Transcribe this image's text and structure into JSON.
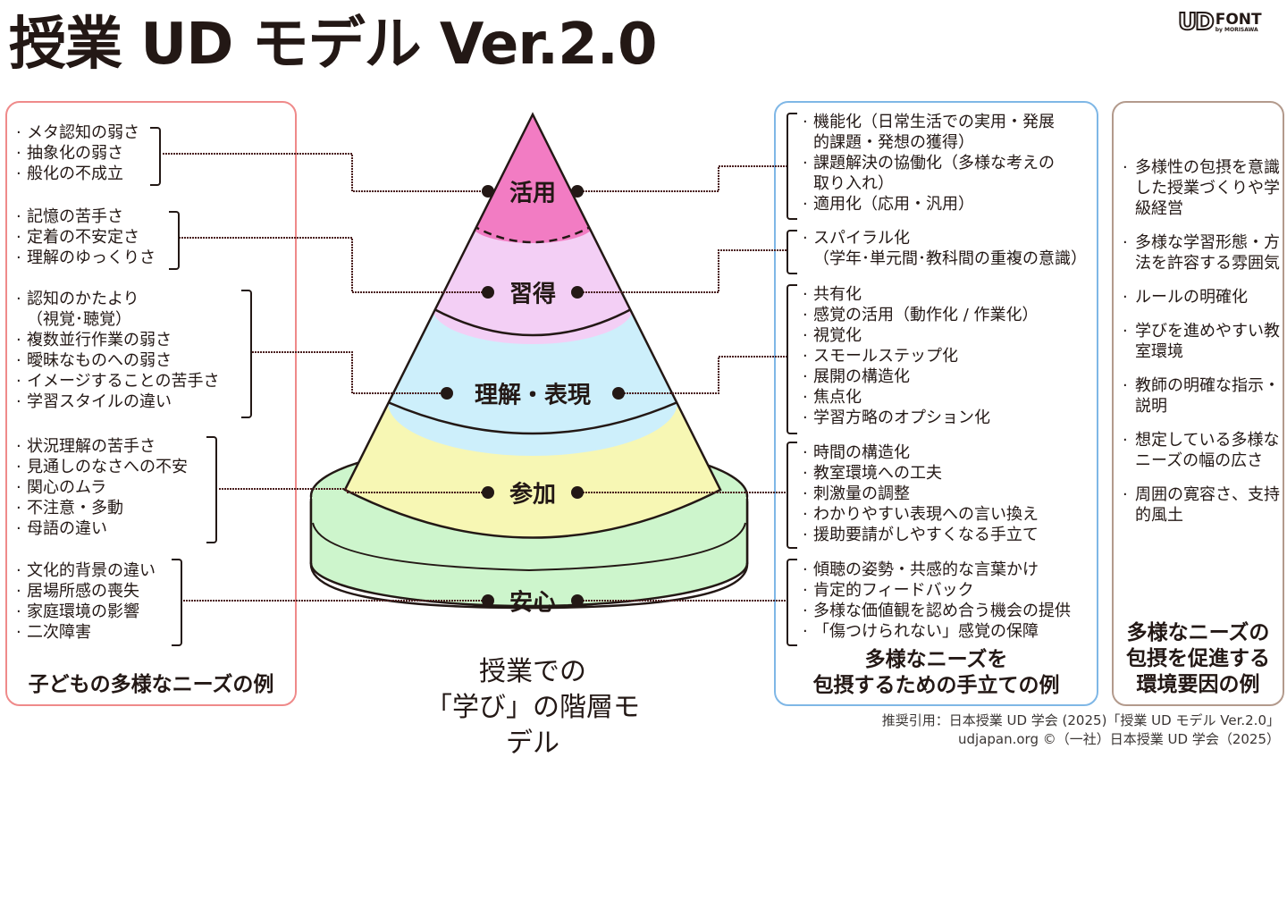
{
  "title": "授業 UD モデル Ver.2.0",
  "logo": {
    "ud": "UD",
    "font": "FONT",
    "by": "by MORISAWA"
  },
  "colors": {
    "layer_katsuyo": "#f27cc3",
    "layer_shutoku": "#f3cff5",
    "layer_rikai": "#cdeffb",
    "layer_sanka": "#f7f7b4",
    "layer_anshin": "#cdf5cc",
    "panel_left_border": "#ef8a8a",
    "panel_mid_border": "#7fb7e6",
    "panel_right_border": "#b39a8c"
  },
  "bullet": "・",
  "layers": [
    {
      "name": "活用"
    },
    {
      "name": "習得"
    },
    {
      "name": "理解・表現"
    },
    {
      "name": "参加"
    },
    {
      "name": "安心"
    }
  ],
  "model_caption": {
    "line1": "授業での",
    "line2": "「学び」の階層モデル"
  },
  "left_panel": {
    "caption": "子どもの多様なニーズの例",
    "groups": [
      {
        "items": [
          "メタ認知の弱さ",
          "抽象化の弱さ",
          "般化の不成立"
        ]
      },
      {
        "items": [
          "記憶の苦手さ",
          "定着の不安定さ",
          "理解のゆっくりさ"
        ]
      },
      {
        "items": [
          "認知のかたより",
          "（視覚･聴覚）",
          "複数並行作業の弱さ",
          "曖昧なものへの弱さ",
          "イメージすることの苦手さ",
          "学習スタイルの違い"
        ]
      },
      {
        "items": [
          "状況理解の苦手さ",
          "見通しのなさへの不安",
          "関心のムラ",
          "不注意・多動",
          "母語の違い"
        ]
      },
      {
        "items": [
          "文化的背景の違い",
          "居場所感の喪失",
          "家庭環境の影響",
          "二次障害"
        ]
      }
    ]
  },
  "mid_panel": {
    "caption_line1": "多様なニーズを",
    "caption_line2": "包摂するための手立ての例",
    "groups": [
      {
        "items": [
          "機能化（日常生活での実用・発展",
          "的課題・発想の獲得）",
          "課題解決の協働化（多様な考えの",
          "取り入れ）",
          "適用化（応用・汎用）"
        ]
      },
      {
        "items": [
          "スパイラル化",
          "（学年･単元間･教科間の重複の意識）"
        ]
      },
      {
        "items": [
          "共有化",
          "感覚の活用（動作化 / 作業化）",
          "視覚化",
          "スモールステップ化",
          "展開の構造化",
          "焦点化",
          "学習方略のオプション化"
        ]
      },
      {
        "items": [
          "時間の構造化",
          "教室環境への工夫",
          "刺激量の調整",
          "わかりやすい表現への言い換え",
          "援助要請がしやすくなる手立て"
        ]
      },
      {
        "items": [
          "傾聴の姿勢・共感的な言葉かけ",
          "肯定的フィードバック",
          "多様な価値観を認め合う機会の提供",
          "「傷つけられない」感覚の保障"
        ]
      }
    ]
  },
  "right_panel": {
    "caption_line1": "多様なニーズの",
    "caption_line2": "包摂を促進する",
    "caption_line3": "環境要因の例",
    "items": [
      "多様性の包摂を意識した授業づくりや学級経営",
      "多様な学習形態・方法を許容する雰囲気",
      "ルールの明確化",
      "学びを進めやすい教室環境",
      "教師の明確な指示・説明",
      "想定している多様なニーズの幅の広さ",
      "周囲の寛容さ、支持的風土"
    ]
  },
  "citation": {
    "line1": "推奨引用：日本授業 UD 学会 (2025)「授業 UD モデル Ver.2.0」",
    "line2": "udjapan.org ©（一社）日本授業 UD 学会（2025）"
  }
}
